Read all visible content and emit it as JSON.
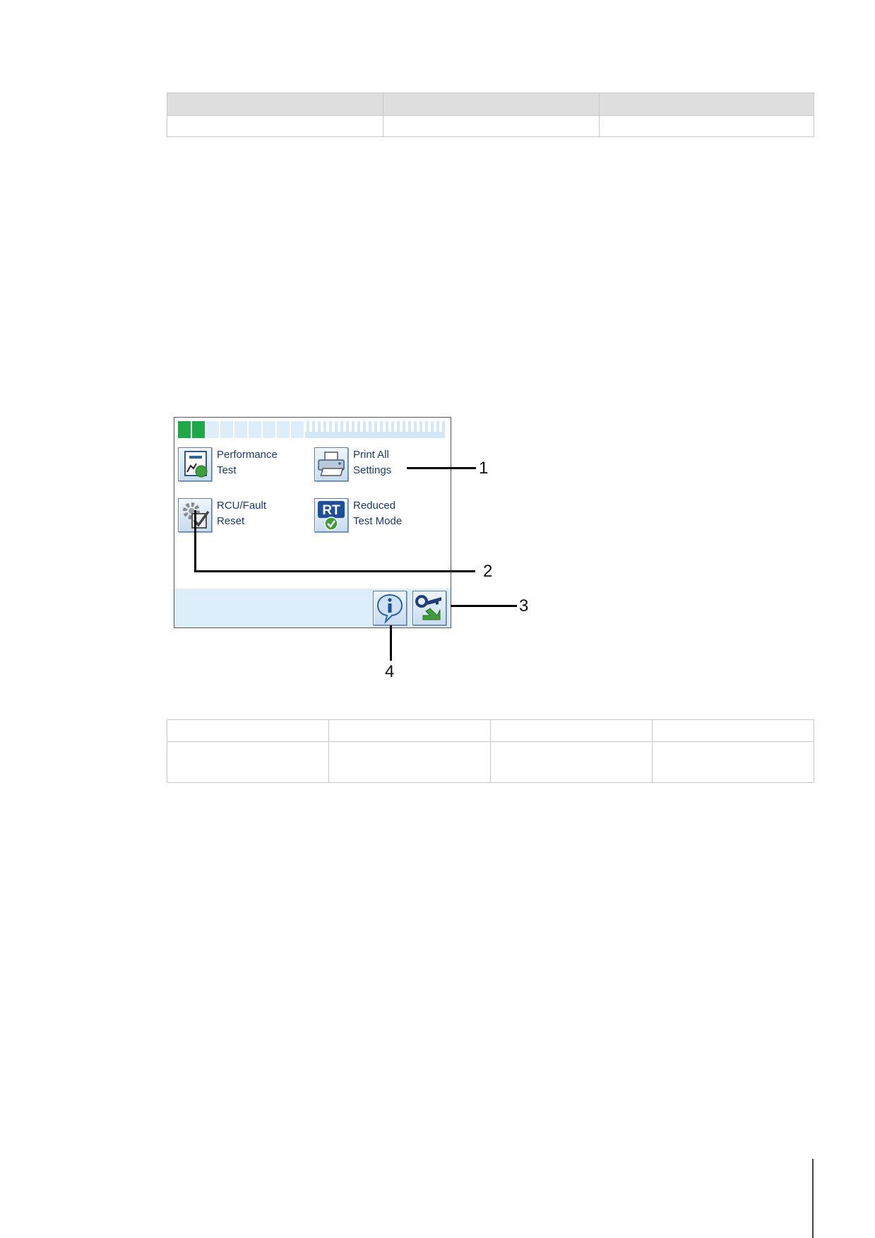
{
  "screen": {
    "status_colors": {
      "active": "#1ea84a",
      "inactive": "#ddeefa"
    },
    "apps": [
      {
        "label": "Performance\nTest",
        "icon": "performance-test-icon"
      },
      {
        "label": "Print All\nSettings",
        "icon": "printer-icon"
      },
      {
        "label": "RCU/Fault\nReset",
        "icon": "gear-checkbox-icon"
      },
      {
        "label": "Reduced\nTest Mode",
        "icon": "rt-check-icon"
      }
    ],
    "footer_buttons": [
      {
        "icon": "info-icon"
      },
      {
        "icon": "key-logout-icon"
      }
    ]
  },
  "callouts": [
    "1",
    "2",
    "3",
    "4"
  ]
}
